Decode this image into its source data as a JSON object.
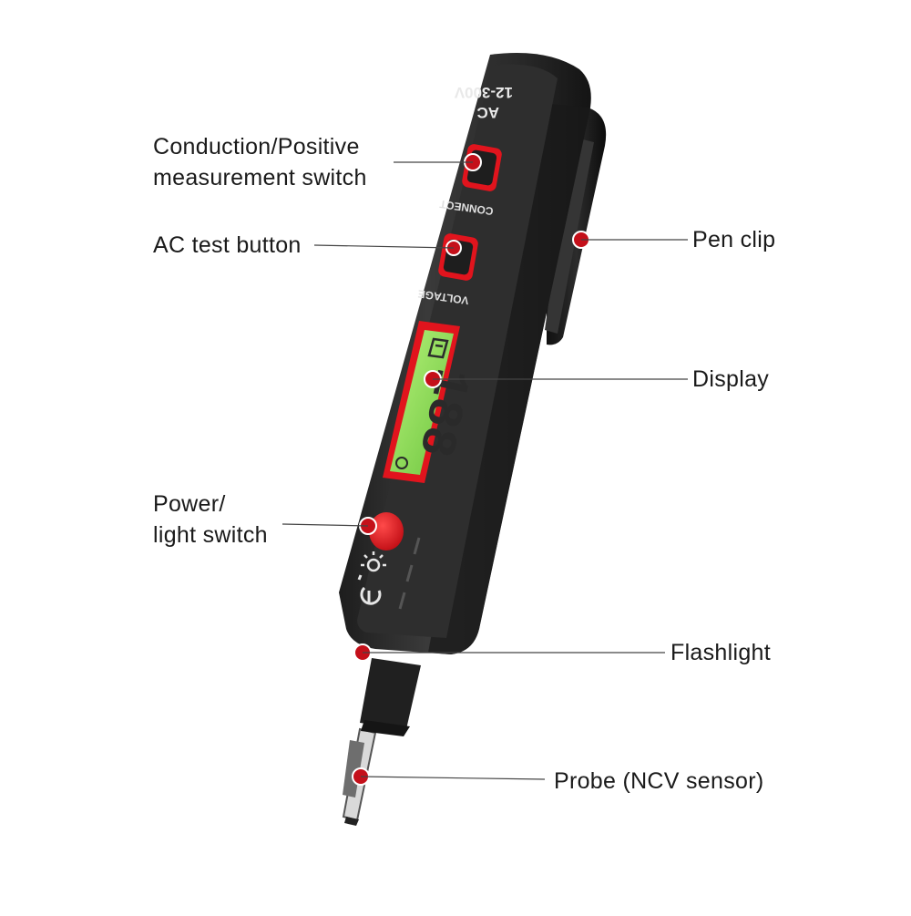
{
  "device": {
    "range_text": "12-300V",
    "mode_text": "AC",
    "connect_button_text": "CONNECT",
    "voltage_button_text": "VOLTAGE",
    "lcd_digits": "188",
    "lcd_color": "#8fe05a",
    "accent_color": "#e1141d",
    "body_color": "#2b2b2b",
    "icons": [
      "bulb-icon",
      "power-icon"
    ]
  },
  "callouts": {
    "conduction_line1": "Conduction/Positive",
    "conduction_line2": "measurement  switch",
    "ac_test": "AC test button",
    "pen_clip": "Pen clip",
    "display": "Display",
    "power_line1": "Power/",
    "power_line2": "light  switch",
    "flashlight": "Flashlight",
    "probe": "Probe (NCV sensor)"
  }
}
